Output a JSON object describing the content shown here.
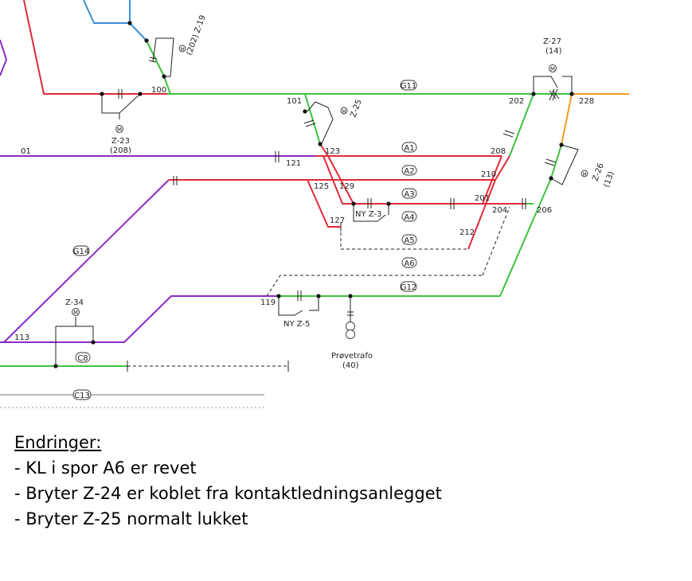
{
  "diagram": {
    "colors": {
      "green": "#3fc23f",
      "red": "#e02a3a",
      "purple": "#8a2bc8",
      "orange": "#f0a020",
      "blue": "#3a8fd8",
      "black": "#222222"
    },
    "tracks": {
      "g11": "G11",
      "a1": "A1",
      "a2": "A2",
      "a3": "A3",
      "a4": "A4",
      "a5": "A5",
      "a6": "A6",
      "g12": "G12",
      "g14": "G14",
      "c8": "C8",
      "c13": "C13"
    },
    "nodes": {
      "n100": "100",
      "n101": "101",
      "n202": "202",
      "n228": "228",
      "n01": "01",
      "n123": "123",
      "n121": "121",
      "n208": "208",
      "n210": "210",
      "n125": "125",
      "n129": "129",
      "n201": "201",
      "n204": "204",
      "n206": "206",
      "n127": "127",
      "n212": "212",
      "n119": "119",
      "n113": "113"
    },
    "switches": {
      "z19": "Z-19",
      "z19_ref": "(202)",
      "z23": "Z-23",
      "z23_ref": "(208)",
      "z25": "Z-25",
      "z27": "Z-27",
      "z27_ref": "(14)",
      "z26": "Z-26",
      "z26_ref": "(13)",
      "z3": "NY  Z-3",
      "z34": "Z-34",
      "z5": "NY  Z-5",
      "motor": "M"
    },
    "transformer": {
      "name": "Prøvetrafo",
      "ref": "(40)"
    }
  },
  "notes": {
    "heading": "Endringer:",
    "items": [
      "- KL i spor A6 er revet",
      "- Bryter Z-24 er koblet fra kontaktledningsanlegget",
      "- Bryter Z-25 normalt lukket"
    ]
  }
}
